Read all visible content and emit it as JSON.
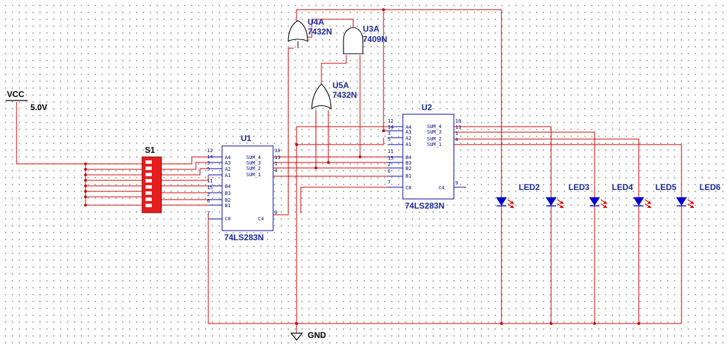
{
  "power": {
    "vcc_label": "VCC",
    "vcc_value": "5.0V",
    "gnd_label": "GND"
  },
  "switch": {
    "ref": "S1"
  },
  "adders": [
    {
      "ref": "U1",
      "part": "74LS283N",
      "left_pins": [
        {
          "name": "A4",
          "num": "12"
        },
        {
          "name": "A3",
          "num": "14"
        },
        {
          "name": "A2",
          "num": "3"
        },
        {
          "name": "A1",
          "num": "5"
        },
        {
          "name": "B4",
          "num": "11"
        },
        {
          "name": "B3",
          "num": "15"
        },
        {
          "name": "B2",
          "num": "2"
        },
        {
          "name": "B1",
          "num": "6"
        },
        {
          "name": "C0",
          "num": "7"
        }
      ],
      "right_pins": [
        {
          "name": "SUM_4",
          "num": "10"
        },
        {
          "name": "SUM_3",
          "num": "13"
        },
        {
          "name": "SUM_2",
          "num": "1"
        },
        {
          "name": "SUM_1",
          "num": "4"
        },
        {
          "name": "C4",
          "num": "9"
        }
      ]
    },
    {
      "ref": "U2",
      "part": "74LS283N",
      "left_pins": [
        {
          "name": "A4",
          "num": "12"
        },
        {
          "name": "A3",
          "num": "14"
        },
        {
          "name": "A2",
          "num": "3"
        },
        {
          "name": "A1",
          "num": "5"
        },
        {
          "name": "B4",
          "num": "11"
        },
        {
          "name": "B3",
          "num": "15"
        },
        {
          "name": "B2",
          "num": "2"
        },
        {
          "name": "B1",
          "num": "6"
        },
        {
          "name": "C0",
          "num": "7"
        }
      ],
      "right_pins": [
        {
          "name": "SUM_4",
          "num": "10"
        },
        {
          "name": "SUM_3",
          "num": "13"
        },
        {
          "name": "SUM_2",
          "num": "1"
        },
        {
          "name": "SUM_1",
          "num": "4"
        },
        {
          "name": "C4",
          "num": "9"
        }
      ]
    }
  ],
  "gates": [
    {
      "ref": "U4A",
      "part": "7432N",
      "kind": "OR"
    },
    {
      "ref": "U3A",
      "part": "7409N",
      "kind": "AND"
    },
    {
      "ref": "U5A",
      "part": "7432N",
      "kind": "OR"
    }
  ],
  "leds": [
    "LED2",
    "LED3",
    "LED4",
    "LED5",
    "LED6"
  ],
  "colors": {
    "wire": "#cc0000",
    "component": "#0000a0",
    "label": "#1a2a9a",
    "switch_body": "#e41e1e",
    "led": "#0000d0"
  }
}
